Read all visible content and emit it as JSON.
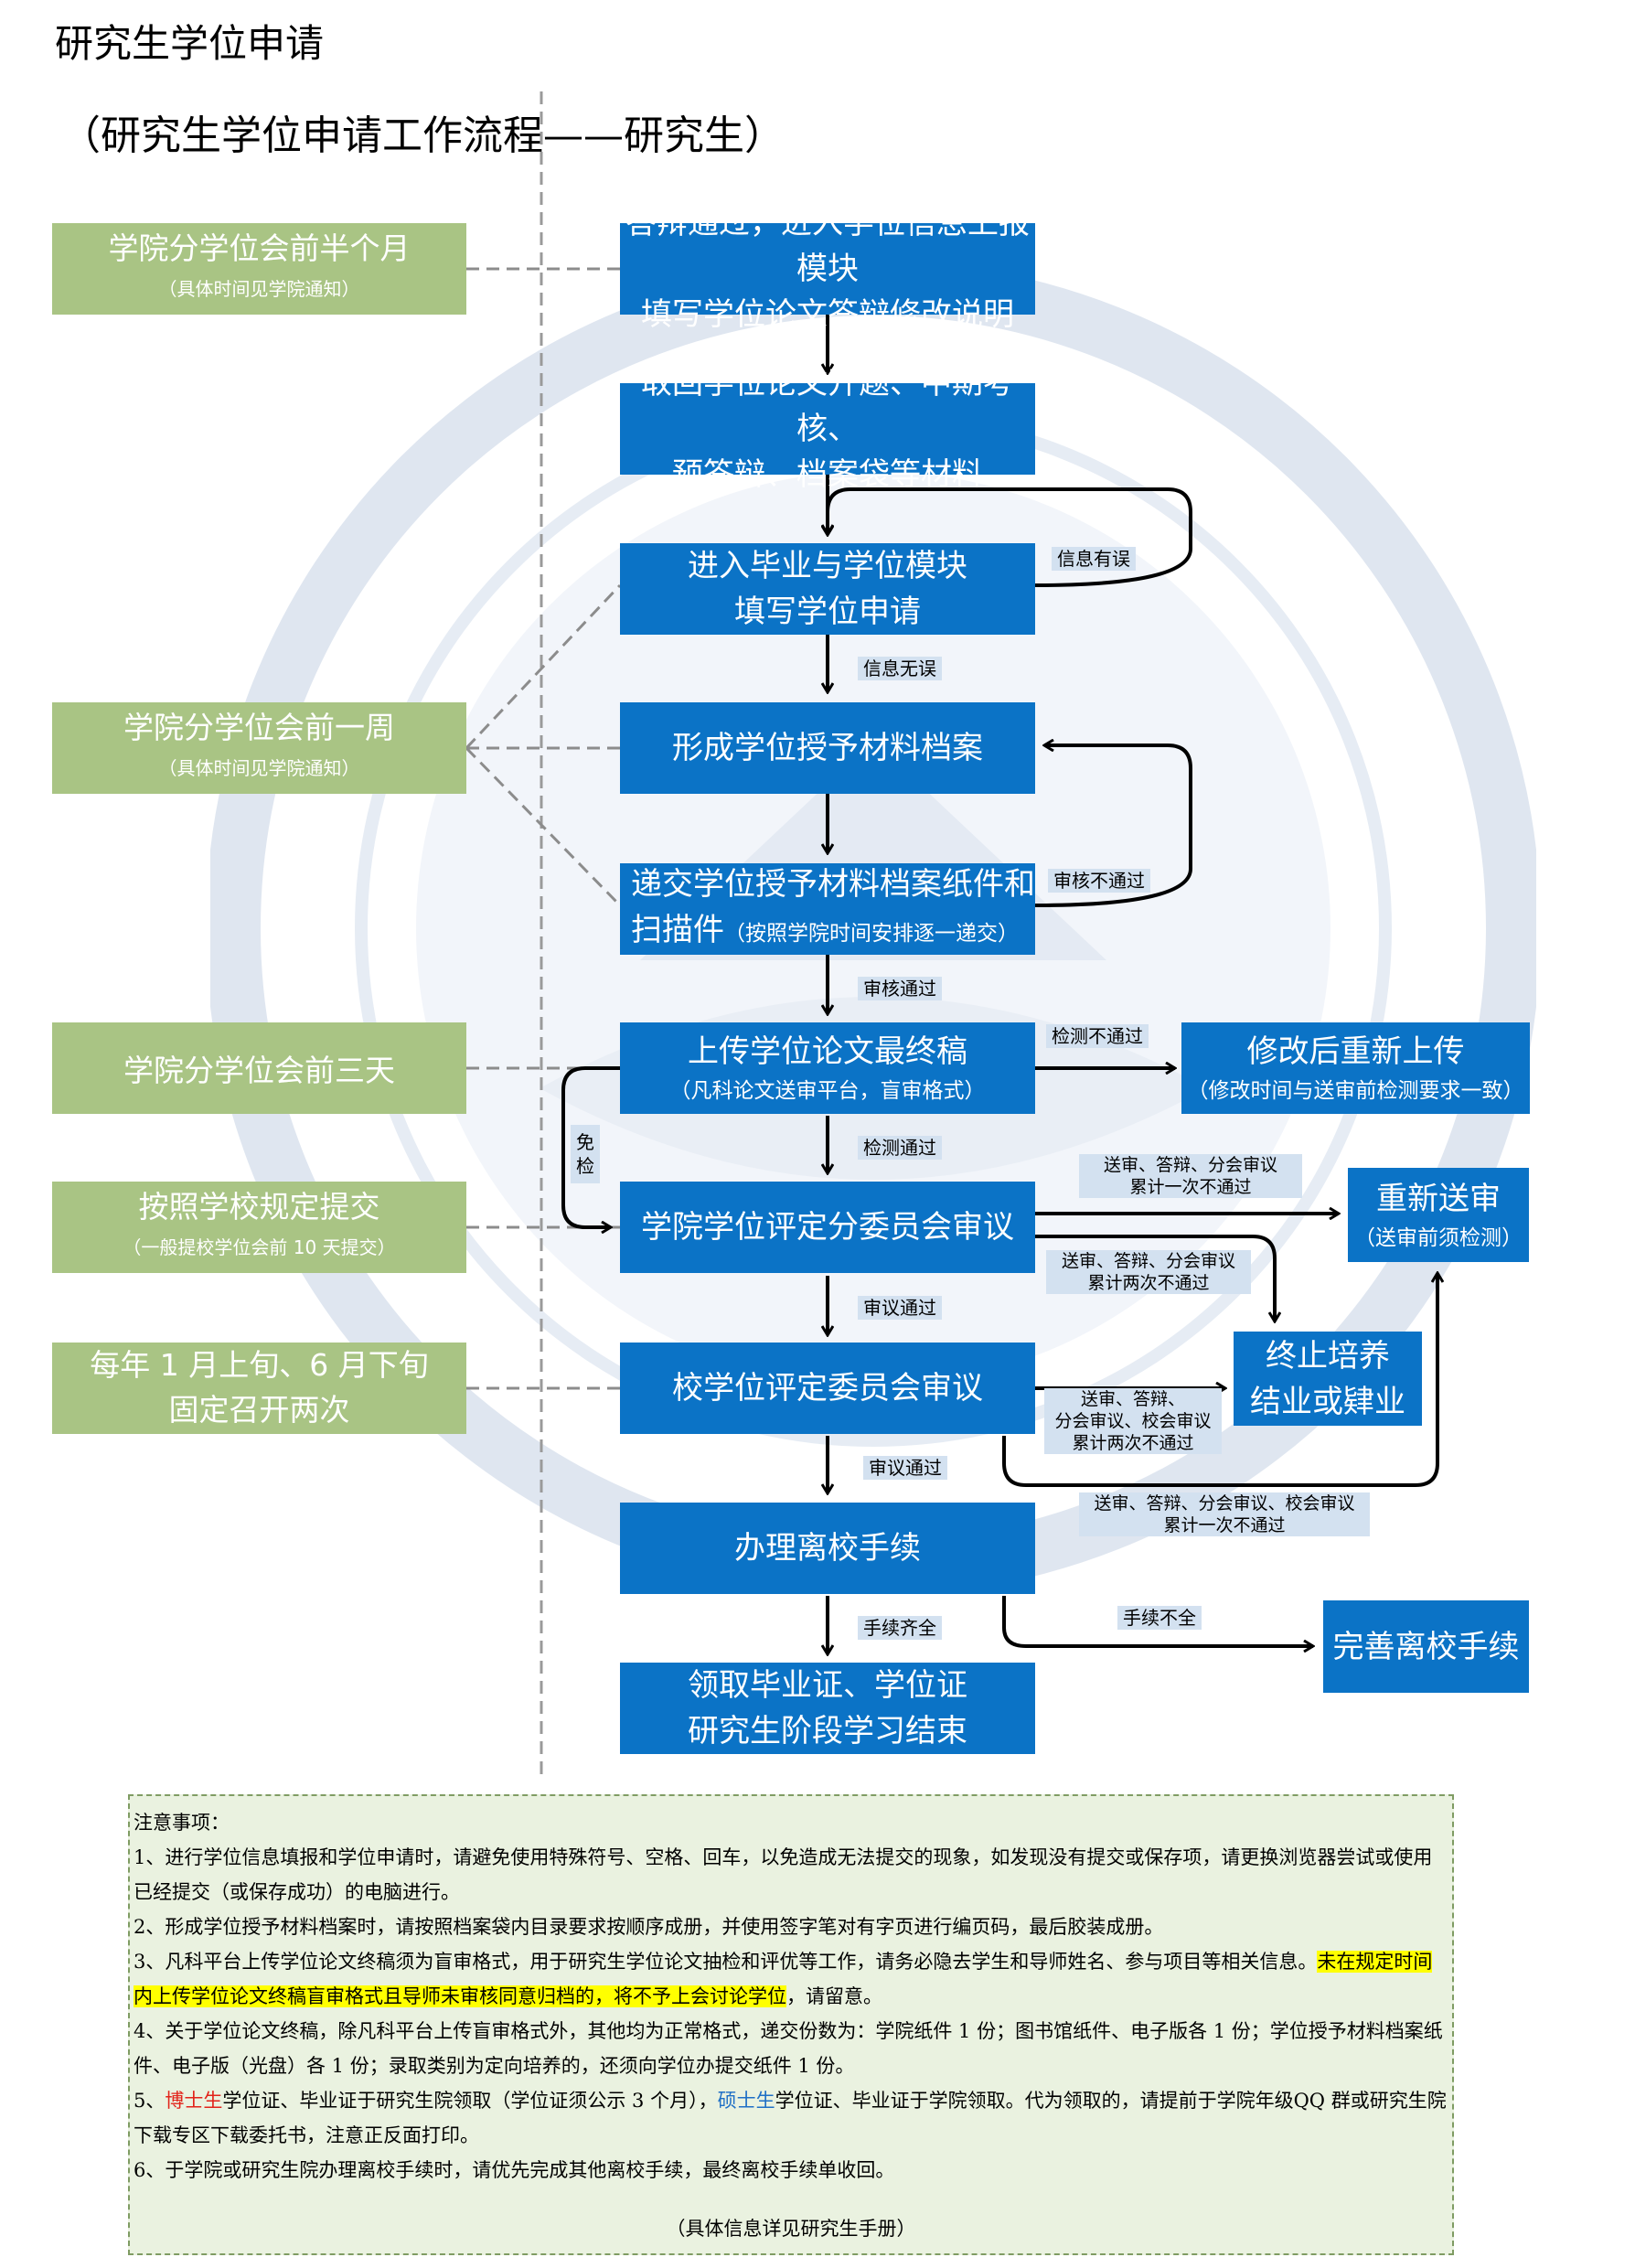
{
  "title": "研究生学位申请",
  "subtitle": "（研究生学位申请工作流程——研究生）",
  "timeline": [
    {
      "main": "学院分学位会前半个月",
      "note": "（具体时间见学院通知）"
    },
    {
      "main": "学院分学位会前一周",
      "note": "（具体时间见学院通知）"
    },
    {
      "main": "学院分学位会前三天",
      "note": ""
    },
    {
      "main": "按照学校规定提交",
      "note": "（一般提校学位会前 10 天提交）"
    },
    {
      "main": "每年 1 月上旬、6 月下旬",
      "note": "固定召开两次"
    }
  ],
  "steps": {
    "s1": {
      "l1": "答辩通过，进入学位信息上报模块",
      "l2": "填写学位论文答辩修改说明"
    },
    "s2": {
      "l1": "取回学位论文开题、中期考核、",
      "l2": "预答辩、档案袋等材料"
    },
    "s3": {
      "l1": "进入毕业与学位模块",
      "l2": "填写学位申请"
    },
    "s4": {
      "l1": "形成学位授予材料档案"
    },
    "s5": {
      "l1": "递交学位授予材料档案纸件和",
      "l2a": "扫描件",
      "l2b": "（按照学院时间安排逐一递交）"
    },
    "s6": {
      "l1": "上传学位论文最终稿",
      "l2": "（凡科论文送审平台，盲审格式）"
    },
    "s7": {
      "l1": "学院学位评定分委员会审议"
    },
    "s8": {
      "l1": "校学位评定委员会审议"
    },
    "s9": {
      "l1": "办理离校手续"
    },
    "s10": {
      "l1": "领取毕业证、学位证",
      "l2": "研究生阶段学习结束"
    }
  },
  "side": {
    "reupload": {
      "l1": "修改后重新上传",
      "l2": "（修改时间与送审前检测要求一致）"
    },
    "resubmit": {
      "l1": "重新送审",
      "l2": "（送审前须检测）"
    },
    "terminate": {
      "l1": "终止培养",
      "l2": "结业或肄业"
    },
    "complete": {
      "l1": "完善离校手续"
    }
  },
  "labels": {
    "info_error": "信息有误",
    "info_ok": "信息无误",
    "review_fail": "审核不通过",
    "review_pass": "审核通过",
    "detect_fail": "检测不通过",
    "detect_pass": "检测通过",
    "exempt": "免检",
    "once_fail_1": "送审、答辩、分会审议",
    "once_fail_2": "累计一次不通过",
    "twice_fail_1": "送审、答辩、分会审议",
    "twice_fail_2": "累计两次不通过",
    "deliberation_pass": "审议通过",
    "school_twice_1": "送审、答辩、",
    "school_twice_2": "分会审议、校会审议",
    "school_twice_3": "累计两次不通过",
    "deliberation_pass2": "审议通过",
    "school_once_1": "送审、答辩、分会审议、校会审议",
    "school_once_2": "累计一次不通过",
    "procedures_done": "手续齐全",
    "procedures_missing": "手续不全"
  },
  "notes": {
    "head": "注意事项：",
    "n1": "1、进行学位信息填报和学位申请时，请避免使用特殊符号、空格、回车，以免造成无法提交的现象，如发现没有提交或保存项，请更换浏览器尝试或使用已经提交（或保存成功）的电脑进行。",
    "n2": "2、形成学位授予材料档案时，请按照档案袋内目录要求按顺序成册，并使用签字笔对有字页进行编页码，最后胶装成册。",
    "n3a": "3、凡科平台上传学位论文终稿须为盲审格式，用于研究生学位论文抽检和评优等工作，请务必隐去学生和导师姓名、参与项目等相关信息。",
    "n3b": "未在规定时间内上传学位论文终稿盲审格式且导师未审核同意归档的，将不予上会讨论学位",
    "n3c": "，请留意。",
    "n4": "4、关于学位论文终稿，除凡科平台上传盲审格式外，其他均为正常格式，递交份数为：学院纸件 1 份；图书馆纸件、电子版各 1 份；学位授予材料档案纸件、电子版（光盘）各 1 份；录取类别为定向培养的，还须向学位办提交纸件 1 份。",
    "n5a": "5、",
    "n5b": "博士生",
    "n5c": "学位证、毕业证于研究生院领取（学位证须公示 3 个月），",
    "n5d": "硕士生",
    "n5e": "学位证、毕业证于学院领取。代为领取的，请提前于学院年级QQ 群或研究生院下载专区下载委托书，注意正反面打印。",
    "n6": "6、于学院或研究生院办理离校手续时，请优先完成其他离校手续，最终离校手续单收回。",
    "footer": "（具体信息详见研究生手册）"
  },
  "colors": {
    "green": "#a9c484",
    "blue": "#0b73c6",
    "label_bg": "#d3e1f0",
    "notes_bg": "#eaf2e0",
    "highlight": "#ffff00"
  }
}
